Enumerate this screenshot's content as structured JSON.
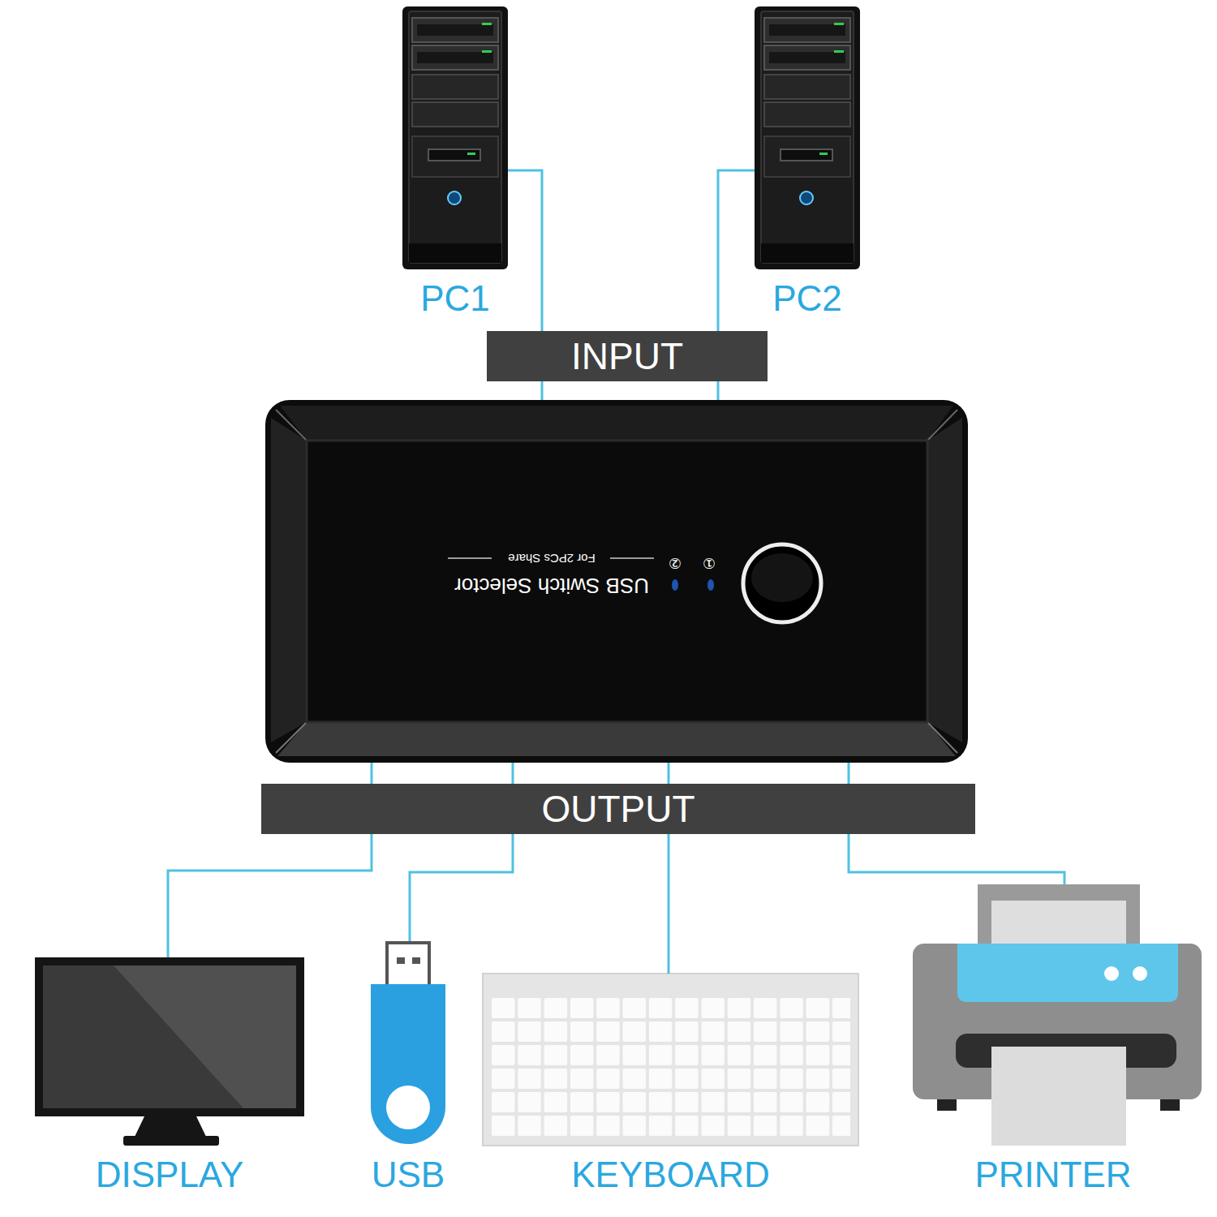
{
  "diagram": {
    "nodes": [
      {
        "text": [
          "PC1"
        ]
      },
      {
        "text": [
          "PC2"
        ]
      },
      {
        "text": [
          "INPUT"
        ]
      },
      {
        "text": [
          "USB Switch Selector",
          "For 2PCs Share",
          "①",
          "②"
        ]
      },
      {
        "text": [
          "OUTPUT"
        ]
      },
      {
        "text": [
          "DISPLAY"
        ]
      },
      {
        "text": [
          "USB"
        ]
      },
      {
        "text": [
          "KEYBOARD"
        ]
      },
      {
        "text": [
          "PRINTER"
        ]
      }
    ],
    "edges": [
      {
        "from": 0,
        "to": 3,
        "arrow": "none"
      },
      {
        "from": 1,
        "to": 3,
        "arrow": "none"
      },
      {
        "from": 3,
        "to": 5,
        "arrow": "none"
      },
      {
        "from": 3,
        "to": 6,
        "arrow": "none"
      },
      {
        "from": 3,
        "to": 7,
        "arrow": "none"
      },
      {
        "from": 3,
        "to": 8,
        "arrow": "none"
      }
    ]
  }
}
